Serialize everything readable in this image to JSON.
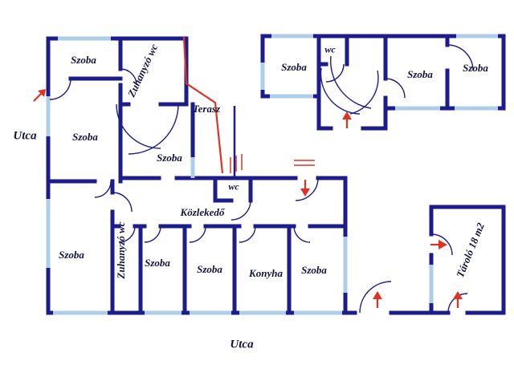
{
  "floor_plan": {
    "labels": {
      "szoba": "Szoba",
      "zuhanyzo_wc": "Zuhanyzó wc",
      "terasz": "Terasz",
      "wc": "wc",
      "kozlekedo": "Közlekedő",
      "konyha": "Konyha",
      "tarolo": "Tároló 18 m2",
      "utca": "Utca"
    },
    "colors": {
      "wall": "#1c1c8a",
      "window": "#aecde8",
      "accent_red": "#e03224",
      "text": "#14143c",
      "background": "#ffffff"
    }
  }
}
